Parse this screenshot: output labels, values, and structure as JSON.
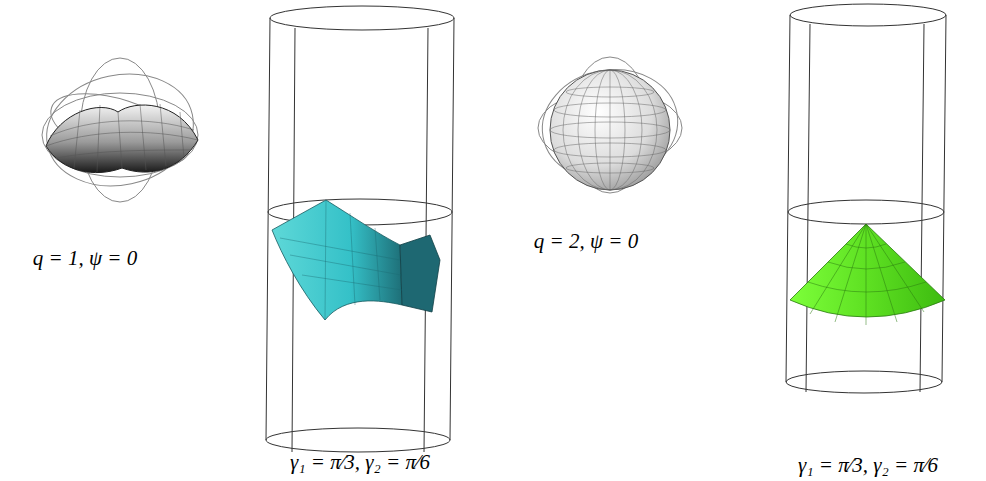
{
  "diagram": {
    "labels": [
      "q = 1, ψ = 0",
      "γ₁ = π⁄3, γ₂ = π⁄6",
      "q = 2, ψ = 0",
      "γ₁ = π⁄3, γ₂ = π⁄6"
    ]
  }
}
